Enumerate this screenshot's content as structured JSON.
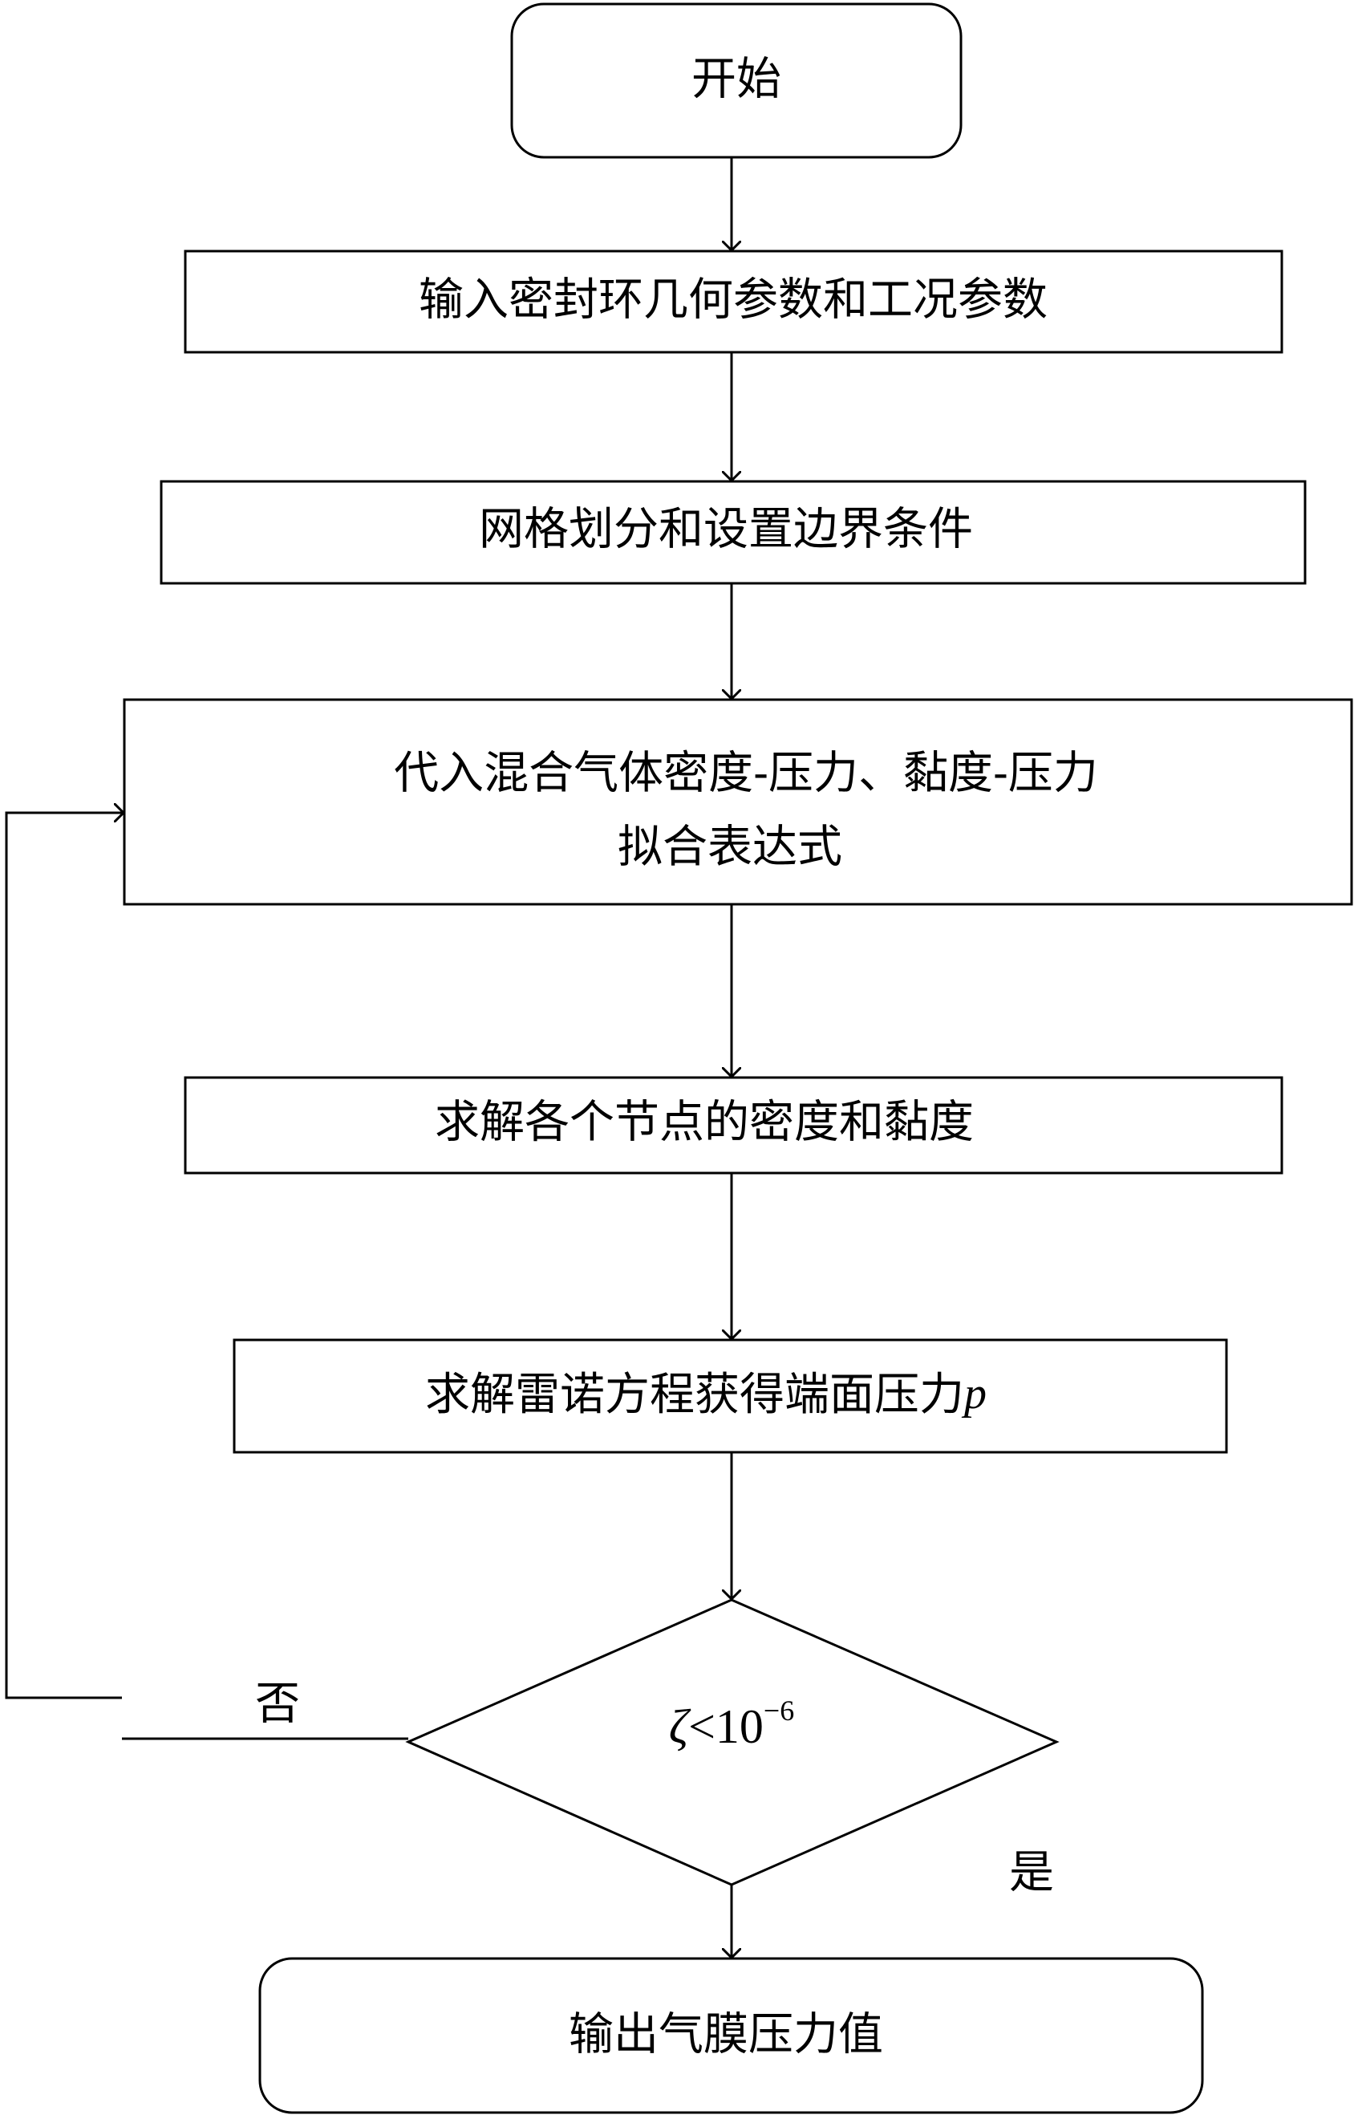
{
  "flowchart": {
    "start": "开始",
    "step1": "输入密封环几何参数和工况参数",
    "step2": "网格划分和设置边界条件",
    "step3_line1": "代入混合气体密度-压力、黏度-压力",
    "step3_line2": "拟合表达式",
    "step4": "求解各个节点的密度和黏度",
    "step5": "求解雷诺方程获得端面压力",
    "step5_var": "p",
    "decision_var": "ζ",
    "decision_op": "<10",
    "decision_exp": "−6",
    "no_label": "否",
    "yes_label": "是",
    "end": "输出气膜压力值"
  }
}
